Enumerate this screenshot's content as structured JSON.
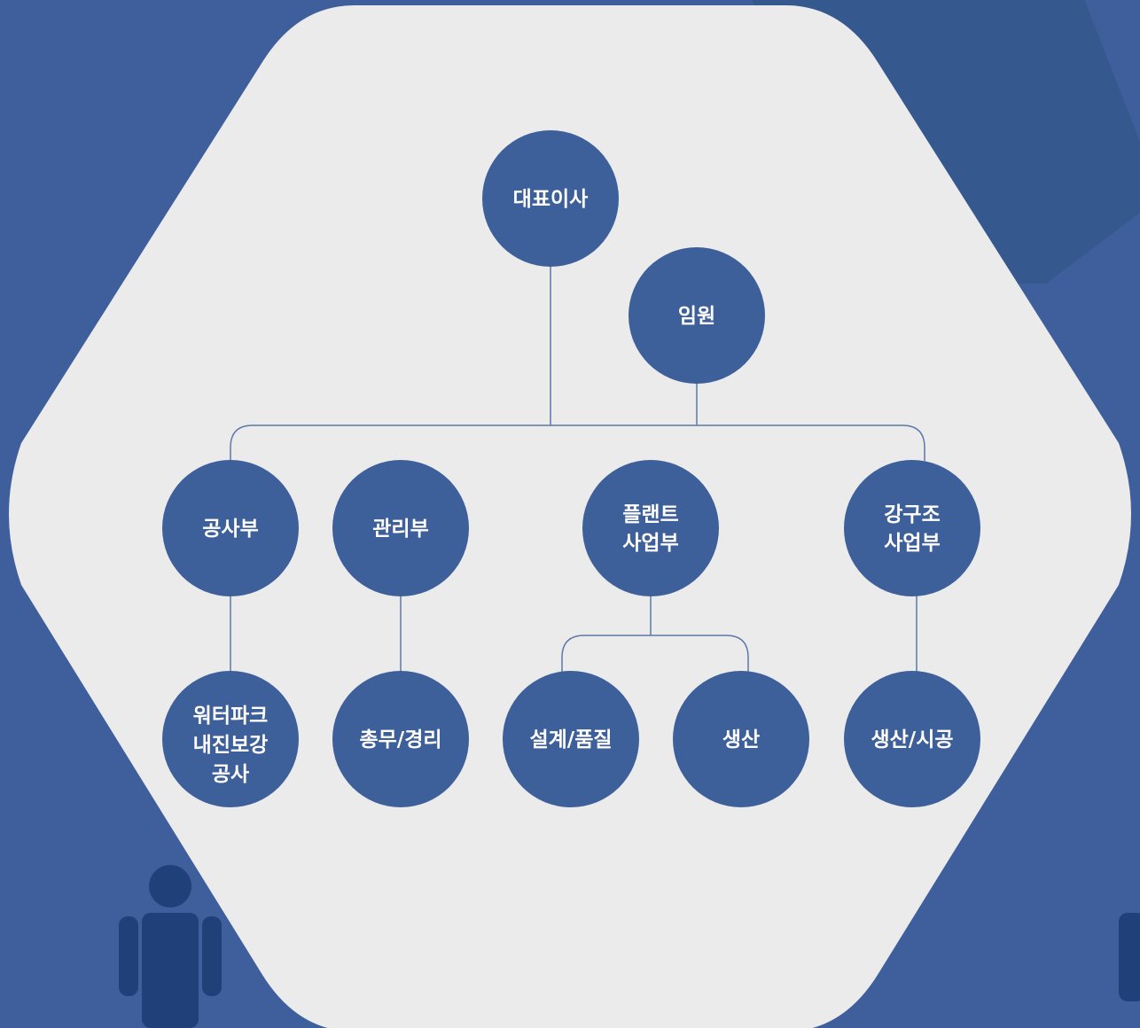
{
  "colors": {
    "background": "#3e5f9c",
    "panel": "#ebebeb",
    "node_fill": "#3d5f9a",
    "connector": "#5d78aa",
    "decor_dark": "#35588f",
    "figure": "#20407a"
  },
  "org_chart": {
    "ceo": {
      "lines": [
        "대표이사"
      ]
    },
    "executives": {
      "lines": [
        "임원"
      ]
    },
    "departments": [
      {
        "lines": [
          "공사부"
        ],
        "teams": [
          {
            "lines": [
              "워터파크",
              "내진보강",
              "공사"
            ]
          }
        ]
      },
      {
        "lines": [
          "관리부"
        ],
        "teams": [
          {
            "lines": [
              "총무/경리"
            ]
          }
        ]
      },
      {
        "lines": [
          "플랜트",
          "사업부"
        ],
        "teams": [
          {
            "lines": [
              "설계/품질"
            ]
          },
          {
            "lines": [
              "생산"
            ]
          }
        ]
      },
      {
        "lines": [
          "강구조",
          "사업부"
        ],
        "teams": [
          {
            "lines": [
              "생산/시공"
            ]
          }
        ]
      }
    ]
  }
}
